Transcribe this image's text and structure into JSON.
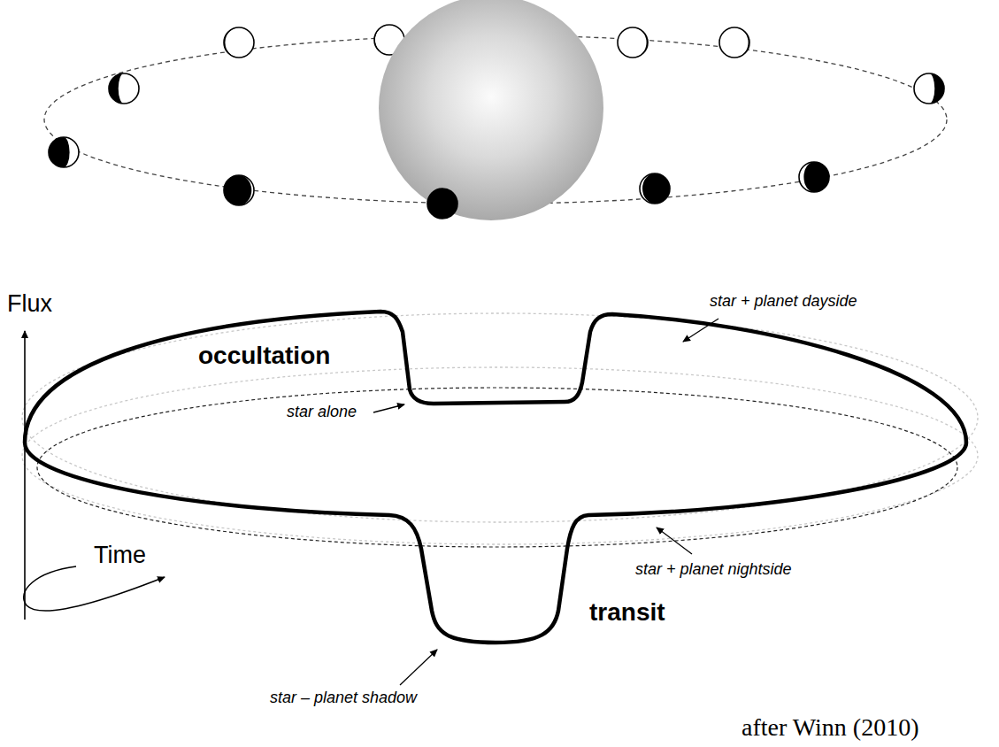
{
  "diagram": {
    "labels": [
      "Flux",
      "occultation",
      "star + planet dayside",
      "star alone",
      "Time",
      "star + planet nightside",
      "transit",
      "star – planet shadow",
      "after Winn (2010)"
    ]
  }
}
